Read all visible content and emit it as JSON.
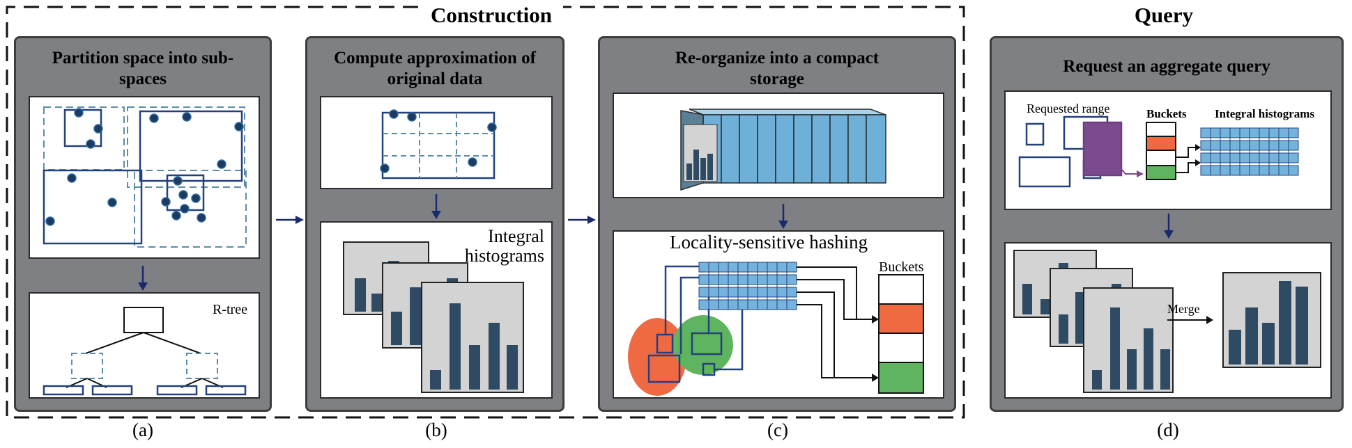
{
  "sections": {
    "construction": "Construction",
    "query": "Query"
  },
  "panels": {
    "a": {
      "title": "Partition space into sub-spaces",
      "caption": "(a)",
      "rtree_label": "R-tree"
    },
    "b": {
      "title": "Compute approximation of original data",
      "caption": "(b)",
      "hist_label": "Integral histograms"
    },
    "c": {
      "title": "Re-organize into a compact storage",
      "caption": "(c)",
      "lsh_label": "Locality-sensitive hashing",
      "buckets_label": "Buckets"
    },
    "d": {
      "title": "Request an aggregate query",
      "caption": "(d)",
      "requested_label": "Requested range",
      "buckets_label": "Buckets",
      "hist_label": "Integral histograms",
      "merge_label": "Merge"
    }
  },
  "colors": {
    "panel_bg": "#7e8083",
    "navy": "#23407f",
    "dot": "#1f3a5f",
    "bar": "#2f4b63",
    "chart_bg": "#d3d3d3",
    "cell": "#74b3dc",
    "bucket_orange": "#ef6a43",
    "bucket_green": "#5fb45f",
    "purple": "#7c4a8e",
    "dashed": "#5b8da6"
  }
}
